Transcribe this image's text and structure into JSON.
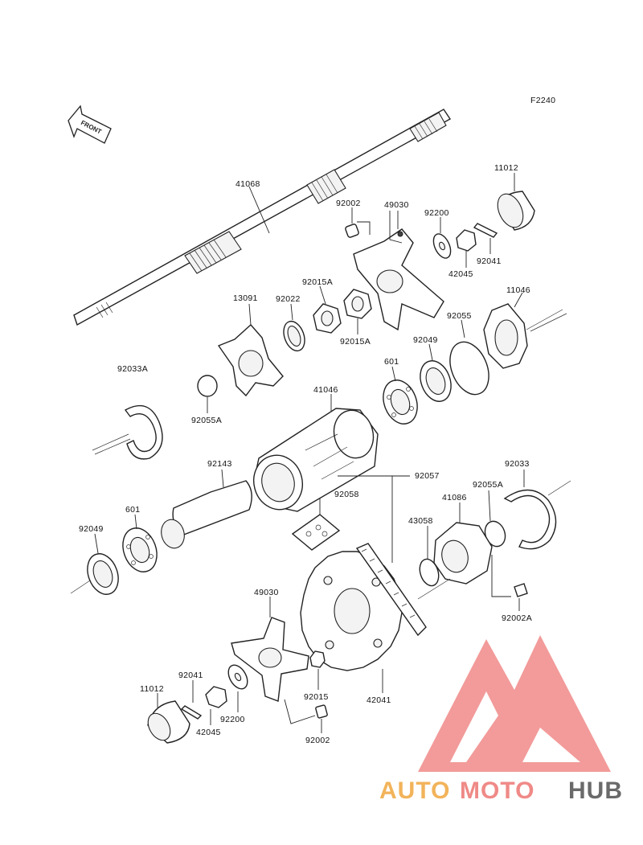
{
  "figure_code": "F2240",
  "front_marker": "FRONT",
  "watermark": {
    "part1": "AUTO",
    "part2": "MOTO",
    "part3": "HUB",
    "colors": {
      "orange": "#f2b35a",
      "red": "#ef8a87",
      "gray": "#6a6a6a",
      "logo": "#f08a88"
    }
  },
  "parts": [
    {
      "id": "41068"
    },
    {
      "id": "11012"
    },
    {
      "id": "92002"
    },
    {
      "id": "49030"
    },
    {
      "id": "92200"
    },
    {
      "id": "92041"
    },
    {
      "id": "42045"
    },
    {
      "id": "92015A"
    },
    {
      "id": "13091"
    },
    {
      "id": "92022"
    },
    {
      "id": "92015A_2",
      "label": "92015A"
    },
    {
      "id": "11046"
    },
    {
      "id": "92055"
    },
    {
      "id": "92049"
    },
    {
      "id": "601"
    },
    {
      "id": "92033A"
    },
    {
      "id": "41046"
    },
    {
      "id": "92055A"
    },
    {
      "id": "92143"
    },
    {
      "id": "92057"
    },
    {
      "id": "92033"
    },
    {
      "id": "92058"
    },
    {
      "id": "92055A_2",
      "label": "92055A"
    },
    {
      "id": "41086"
    },
    {
      "id": "43058"
    },
    {
      "id": "601_2",
      "label": "601"
    },
    {
      "id": "92049_2",
      "label": "92049"
    },
    {
      "id": "92002A"
    },
    {
      "id": "49030_2",
      "label": "49030"
    },
    {
      "id": "92041_2",
      "label": "92041"
    },
    {
      "id": "11012_2",
      "label": "11012"
    },
    {
      "id": "92015"
    },
    {
      "id": "42045_2",
      "label": "42045"
    },
    {
      "id": "92200_2",
      "label": "92200"
    },
    {
      "id": "42041"
    },
    {
      "id": "92002_2",
      "label": "92002"
    }
  ]
}
